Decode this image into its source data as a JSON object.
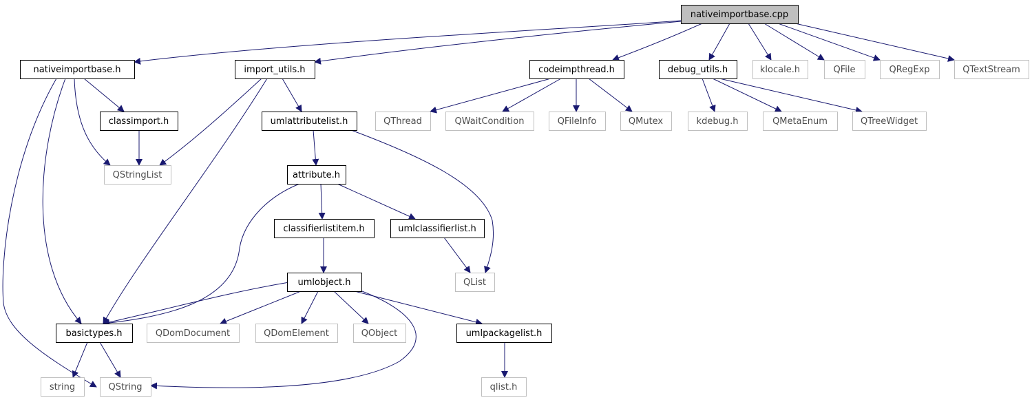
{
  "diagram": {
    "nodes": [
      {
        "id": "n_root",
        "label": "nativeimportbase.cpp",
        "kind": "root"
      },
      {
        "id": "n_nib",
        "label": "nativeimportbase.h",
        "kind": "internal"
      },
      {
        "id": "n_iu",
        "label": "import_utils.h",
        "kind": "internal"
      },
      {
        "id": "n_cit",
        "label": "codeimpthread.h",
        "kind": "internal"
      },
      {
        "id": "n_du",
        "label": "debug_utils.h",
        "kind": "internal"
      },
      {
        "id": "n_kl",
        "label": "klocale.h",
        "kind": "external"
      },
      {
        "id": "n_qfile",
        "label": "QFile",
        "kind": "external"
      },
      {
        "id": "n_qre",
        "label": "QRegExp",
        "kind": "external"
      },
      {
        "id": "n_qts",
        "label": "QTextStream",
        "kind": "external"
      },
      {
        "id": "n_ci",
        "label": "classimport.h",
        "kind": "internal"
      },
      {
        "id": "n_ual",
        "label": "umlattributelist.h",
        "kind": "internal"
      },
      {
        "id": "n_qthread",
        "label": "QThread",
        "kind": "external"
      },
      {
        "id": "n_qwc",
        "label": "QWaitCondition",
        "kind": "external"
      },
      {
        "id": "n_qfi",
        "label": "QFileInfo",
        "kind": "external"
      },
      {
        "id": "n_qmutex",
        "label": "QMutex",
        "kind": "external"
      },
      {
        "id": "n_kdebug",
        "label": "kdebug.h",
        "kind": "external"
      },
      {
        "id": "n_qme",
        "label": "QMetaEnum",
        "kind": "external"
      },
      {
        "id": "n_qtw",
        "label": "QTreeWidget",
        "kind": "external"
      },
      {
        "id": "n_qsl",
        "label": "QStringList",
        "kind": "external"
      },
      {
        "id": "n_attr",
        "label": "attribute.h",
        "kind": "internal"
      },
      {
        "id": "n_cli",
        "label": "classifierlistitem.h",
        "kind": "internal"
      },
      {
        "id": "n_ucl",
        "label": "umlclassifierlist.h",
        "kind": "internal"
      },
      {
        "id": "n_qlist",
        "label": "QList",
        "kind": "external"
      },
      {
        "id": "n_uo",
        "label": "umlobject.h",
        "kind": "internal"
      },
      {
        "id": "n_bt",
        "label": "basictypes.h",
        "kind": "internal"
      },
      {
        "id": "n_qdd",
        "label": "QDomDocument",
        "kind": "external"
      },
      {
        "id": "n_qde",
        "label": "QDomElement",
        "kind": "external"
      },
      {
        "id": "n_qobj",
        "label": "QObject",
        "kind": "external"
      },
      {
        "id": "n_upl",
        "label": "umlpackagelist.h",
        "kind": "internal"
      },
      {
        "id": "n_string",
        "label": "string",
        "kind": "external"
      },
      {
        "id": "n_qstring",
        "label": "QString",
        "kind": "external"
      },
      {
        "id": "n_qlisth",
        "label": "qlist.h",
        "kind": "external"
      }
    ],
    "colors": {
      "edge": "#191970",
      "root_fill": "#bfbfbf",
      "internal_border": "#000000",
      "external_border": "#bfbfbf",
      "external_text": "#4d4d4d"
    }
  }
}
